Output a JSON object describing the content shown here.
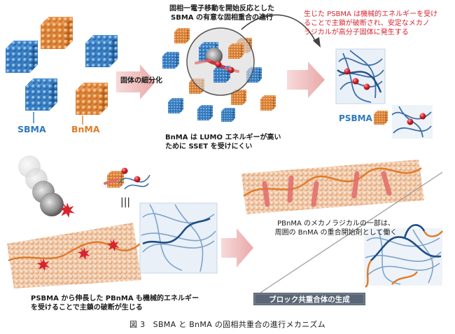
{
  "colors": {
    "sbma_blue": "#2f79bd",
    "bnma_orange": "#e07a26",
    "mechanoradical_red": "#d9242f",
    "banner_gray": "#5a6675"
  },
  "labels": {
    "sbma": "SBMA",
    "bnma": "BnMA",
    "psbma": "PSBMA",
    "step1": "固体の細分化",
    "sset_line1": "固相一電子移動を開始反応とした",
    "sset_line2": "SBMA の有意な固相重合の進行",
    "mechano_line1": "生じた PSBMA は機械的エネルギーを受け",
    "mechano_line2": "ることで主鎖が破断され、安定なメカノ",
    "mechano_line3": "ラジカルが高分子固体に発生する",
    "lumo_line1": "BnMA は LUMO エネルギーが高い",
    "lumo_line2": "ために SSET を受けにくい",
    "equiv": "|||",
    "pbnma_line1": "PBnMA のメカノラジカルの一部は、",
    "pbnma_line2": "周囲の BnMA の重合開始剤として働く",
    "chain_line1": "PSBMA から伸長した PBnMA も機械的エネルギー",
    "chain_line2": "を受けることで主鎖の破断が生じる",
    "banner": "ブロック共重合体の生成"
  },
  "caption": "図 3　SBMA と BnMA の固相共重合の進行メカニズム"
}
